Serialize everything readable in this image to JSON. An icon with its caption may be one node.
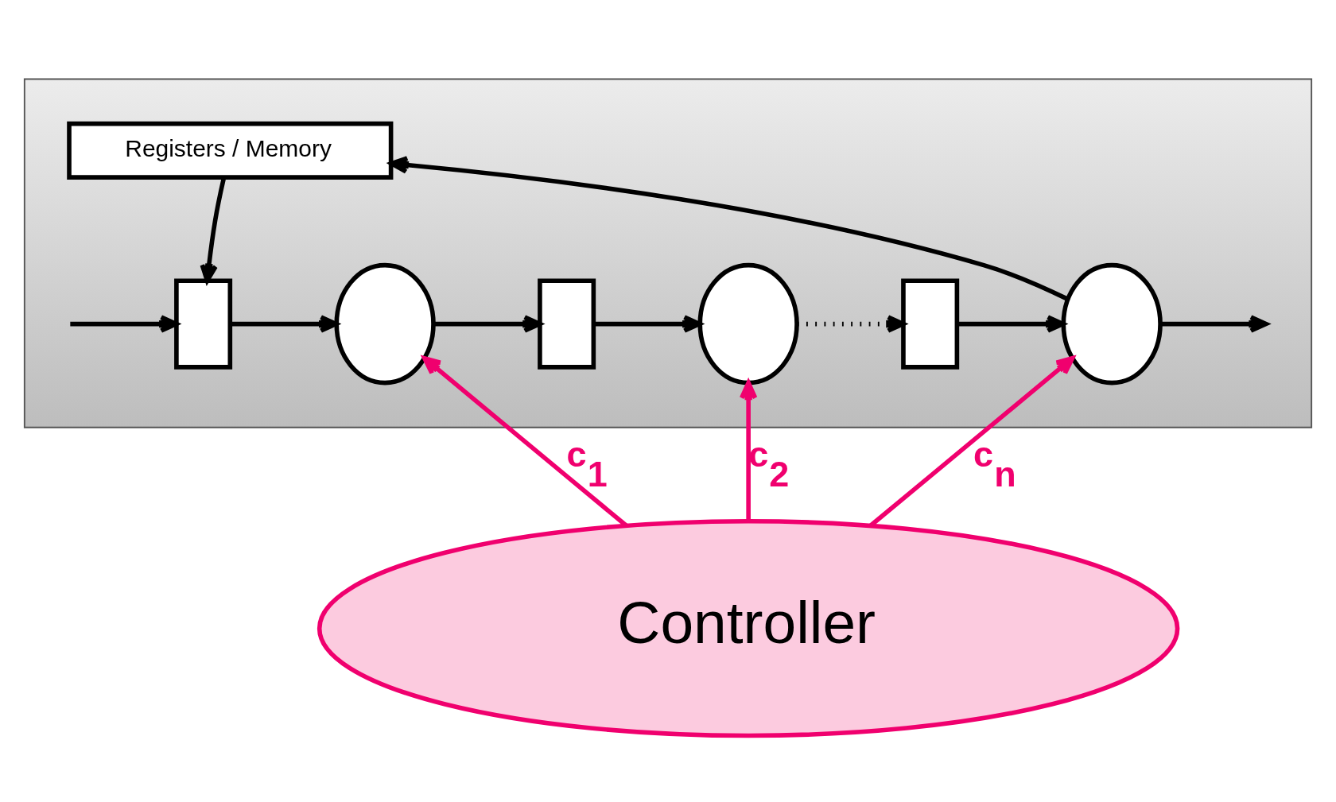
{
  "diagram": {
    "nodes": [
      {
        "text": [],
        "shape": "box"
      },
      {
        "text": [
          "Registers / Memory"
        ],
        "in": 0
      },
      {
        "text": [],
        "shape": "box",
        "in": 0
      },
      {
        "text": [],
        "shape": "cloud",
        "in": 0
      },
      {
        "text": [],
        "shape": "box",
        "in": 0
      },
      {
        "text": [],
        "shape": "cloud",
        "in": 0
      },
      {
        "text": [],
        "shape": "box",
        "in": 0
      },
      {
        "text": [],
        "shape": "cloud",
        "in": 0
      },
      {
        "text": [
          "Controller"
        ]
      }
    ],
    "edges": [
      {
        "from": null,
        "to": 2,
        "arrow": "to"
      },
      {
        "from": 1,
        "to": 2,
        "arrow": "to"
      },
      {
        "from": 2,
        "to": 3,
        "arrow": "to"
      },
      {
        "from": 3,
        "to": 4,
        "arrow": "to"
      },
      {
        "from": 4,
        "to": 5,
        "arrow": "to"
      },
      {
        "from": 5,
        "to": 6,
        "arrow": "to",
        "style": "dashed"
      },
      {
        "from": 6,
        "to": 7,
        "arrow": "to"
      },
      {
        "from": 7,
        "to": null,
        "arrow": "to"
      },
      {
        "from": 7,
        "to": 1,
        "arrow": "to"
      },
      {
        "from": 8,
        "to": 3,
        "arrow": "to",
        "label": "c$_{1}$",
        "color": "#f0006e"
      },
      {
        "from": 8,
        "to": 5,
        "arrow": "to",
        "label": "c$_{2}$",
        "color": "#f0006e"
      },
      {
        "from": 8,
        "to": 7,
        "arrow": "to",
        "label": "c$_{n}$",
        "color": "#f0006e"
      }
    ]
  }
}
